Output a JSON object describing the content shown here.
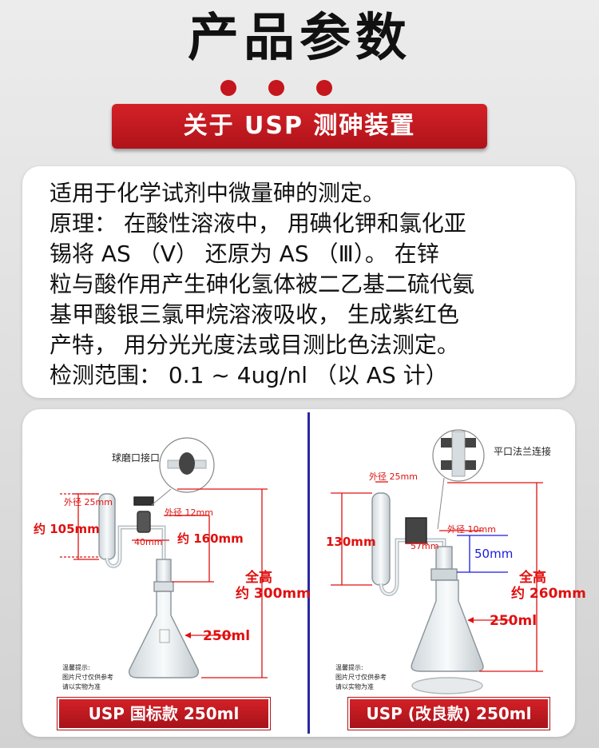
{
  "page": {
    "title": "产品参数",
    "banner": "关于 USP 测砷装置"
  },
  "description": {
    "lines": [
      "适用于化学试剂中微量砷的测定。",
      "原理： 在酸性溶液中， 用碘化钾和氯化亚",
      "锡将 AS （V） 还原为 AS （Ⅲ）。 在锌",
      "粒与酸作用产生砷化氢体被二乙基二硫代氨",
      "基甲酸银三氯甲烷溶液吸收， 生成紫红色",
      "产特， 用分光光度法或目测比色法测定。",
      "检测范围： 0.1 ~ 4ug/nl （以 AS 计）"
    ]
  },
  "left_diagram": {
    "callout": "球磨口接口",
    "outer_diam_tube": "外径 25mm",
    "height_tube": "约 105mm",
    "width_40": "40mm",
    "outer_diam_12": "外径 12mm",
    "height_160": "约 160mm",
    "total_label_1": "全高",
    "total_label_2": "约 300mm",
    "flask_volume": "250ml",
    "note_lines": [
      "温馨提示:",
      "图片尺寸仅供参考",
      "请以实物为准"
    ],
    "product_label": "USP 国标款 250ml"
  },
  "right_diagram": {
    "callout": "平口法兰连接",
    "outer_diam_tube": "外径 25mm",
    "height_tube": "130mm",
    "width_57": "57mm",
    "outer_diam_10": "外径 10mm",
    "height_50": "50mm",
    "total_label_1": "全高",
    "total_label_2": "约 260mm",
    "flask_volume": "250ml",
    "note_lines": [
      "温馨提示:",
      "图片尺寸仅供参考",
      "请以实物为准"
    ],
    "product_label": "USP (改良款) 250ml"
  },
  "colors": {
    "accent_red": "#c4161c",
    "dimension_red": "#e01010",
    "divider_blue": "#2a27a5",
    "dimension_blue": "#1a1ae0"
  }
}
